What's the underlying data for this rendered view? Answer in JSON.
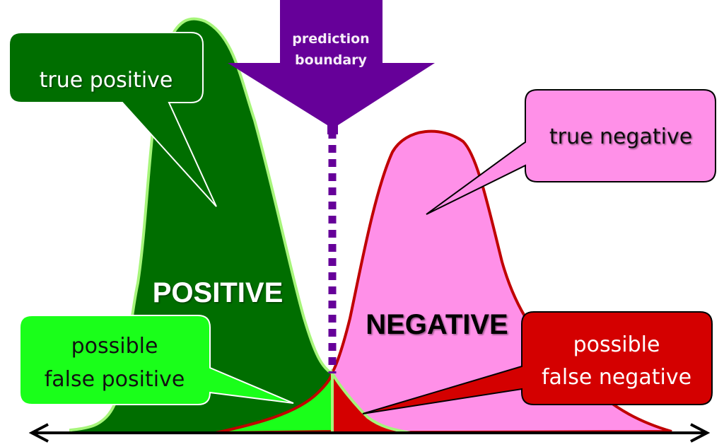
{
  "title_arrow": {
    "line1": "prediction",
    "line2": "boundary"
  },
  "distributions": {
    "positive_label": "POSITIVE",
    "negative_label": "NEGATIVE"
  },
  "callouts": {
    "true_positive": "true positive",
    "true_negative": "true negative",
    "false_positive": {
      "line1": "possible",
      "line2": "false positive"
    },
    "false_negative": {
      "line1": "possible",
      "line2": "false negative"
    }
  },
  "colors": {
    "positive_fill": "#006e00",
    "positive_outline": "#a6f57a",
    "negative_fill": "#ff90e8",
    "negative_outline": "#c00000",
    "boundary": "#660099",
    "false_positive_fill": "#1aff1a",
    "false_negative_fill": "#d40000",
    "axis": "#000000"
  }
}
